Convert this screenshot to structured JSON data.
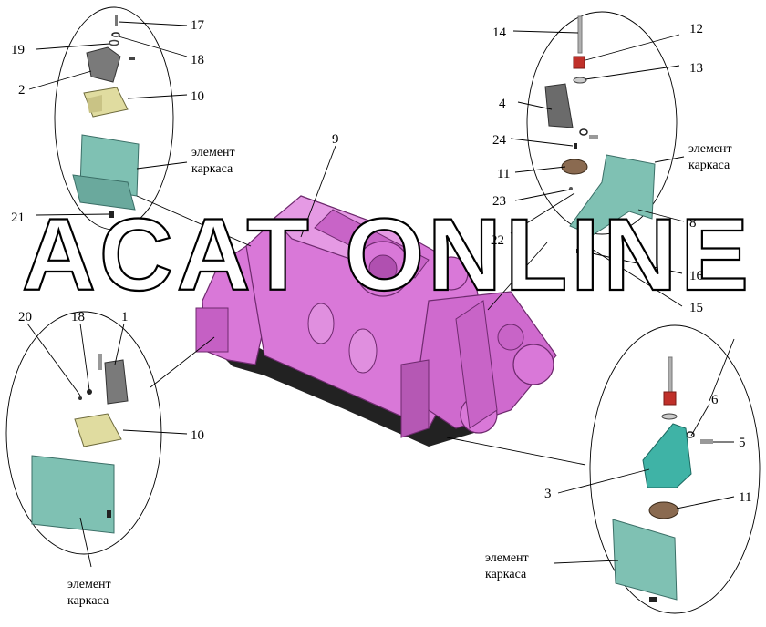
{
  "watermark": "ACAT ONLINE",
  "colors": {
    "engine": "#d978d8",
    "engine_dark": "#8a3a8a",
    "frame_panel": "#7fc1b3",
    "bracket_teal": "#3fb3a6",
    "rubber_mount": "#e0dca0",
    "bushing_red": "#c0302a",
    "metal_gray": "#8a8a8a"
  },
  "callouts": {
    "c1": "1",
    "c2": "2",
    "c3": "3",
    "c4": "4",
    "c5": "5",
    "c6": "6",
    "c8": "8",
    "c9": "9",
    "c10a": "10",
    "c10b": "10",
    "c11a": "11",
    "c11b": "11",
    "c12": "12",
    "c13": "13",
    "c14": "14",
    "c15": "15",
    "c16": "16",
    "c17": "17",
    "c18a": "18",
    "c18b": "18",
    "c19": "19",
    "c20": "20",
    "c21": "21",
    "c22": "22",
    "c23": "23",
    "c24": "24"
  },
  "frame_labels": {
    "tl": [
      "элемент",
      "каркаса"
    ],
    "tr": [
      "элемент",
      "каркаса"
    ],
    "bl": [
      "элемент",
      "каркаса"
    ],
    "br": [
      "элемент",
      "каркаса"
    ]
  }
}
